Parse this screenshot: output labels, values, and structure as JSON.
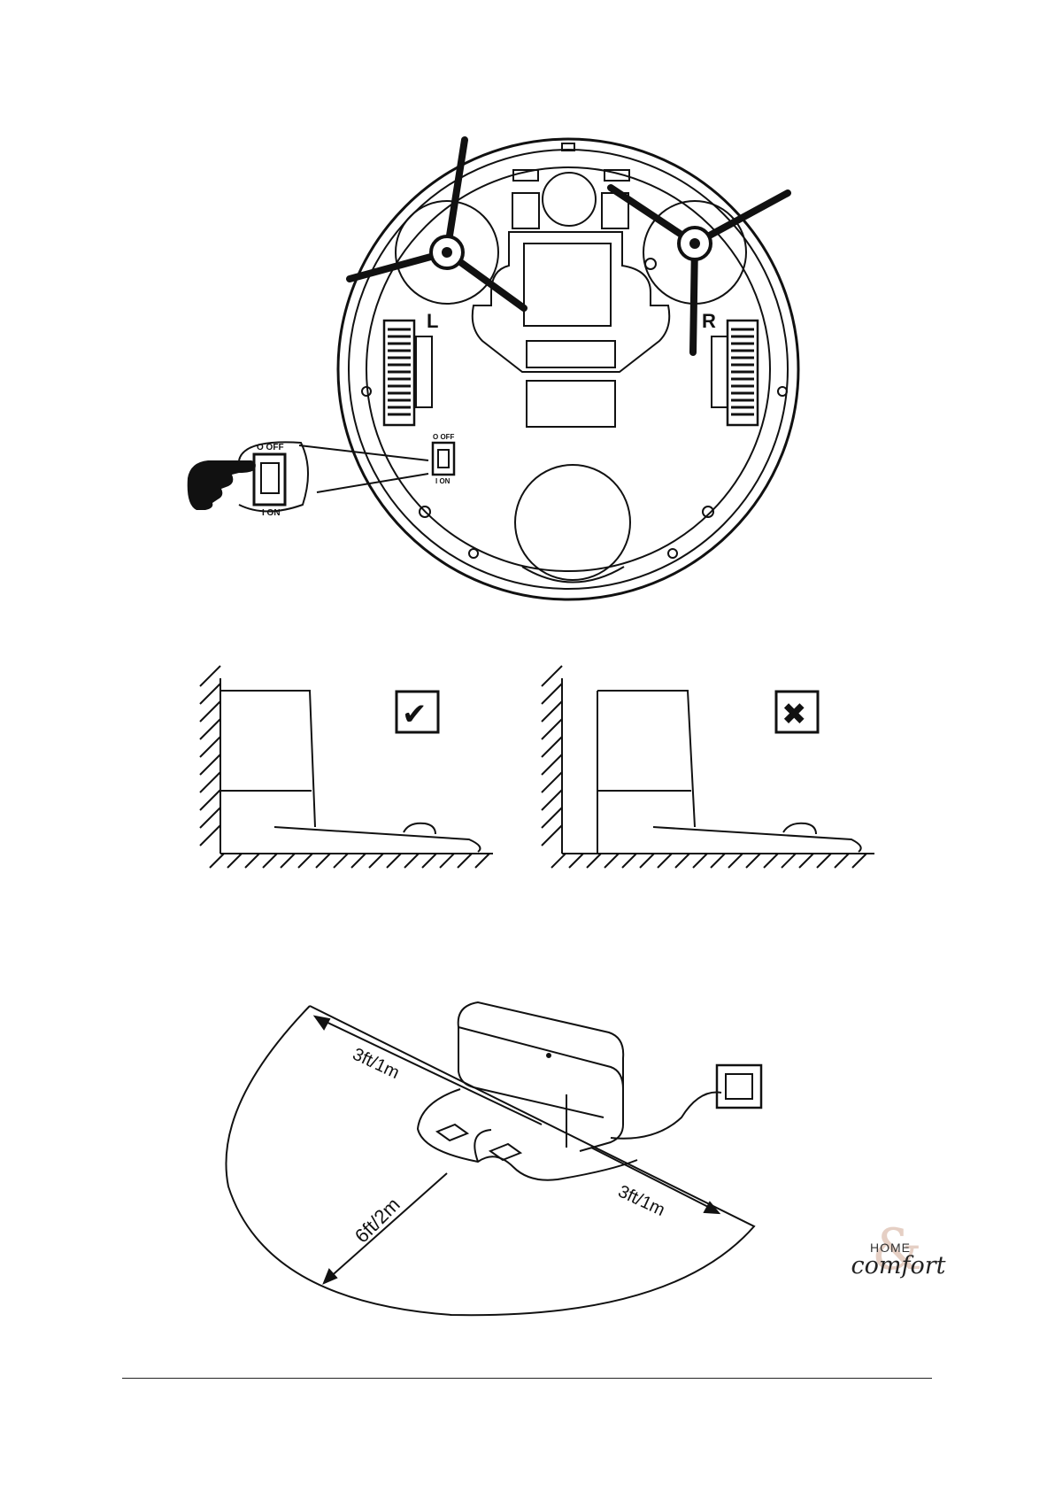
{
  "figure1": {
    "brush_left_label": "L",
    "brush_right_label": "R",
    "switch_off_label": "O OFF",
    "switch_on_label": "I ON",
    "zoom_off_label": "O OFF",
    "zoom_on_label": "I ON"
  },
  "figure2": {
    "correct_mark": "✔",
    "wrong_mark": "✖"
  },
  "figure3": {
    "dim_left": "3ft/1m",
    "dim_right": "3ft/1m",
    "dim_front": "6ft/2m"
  },
  "logo": {
    "home": "HOME",
    "comfort": "comfort",
    "amp": "&"
  }
}
